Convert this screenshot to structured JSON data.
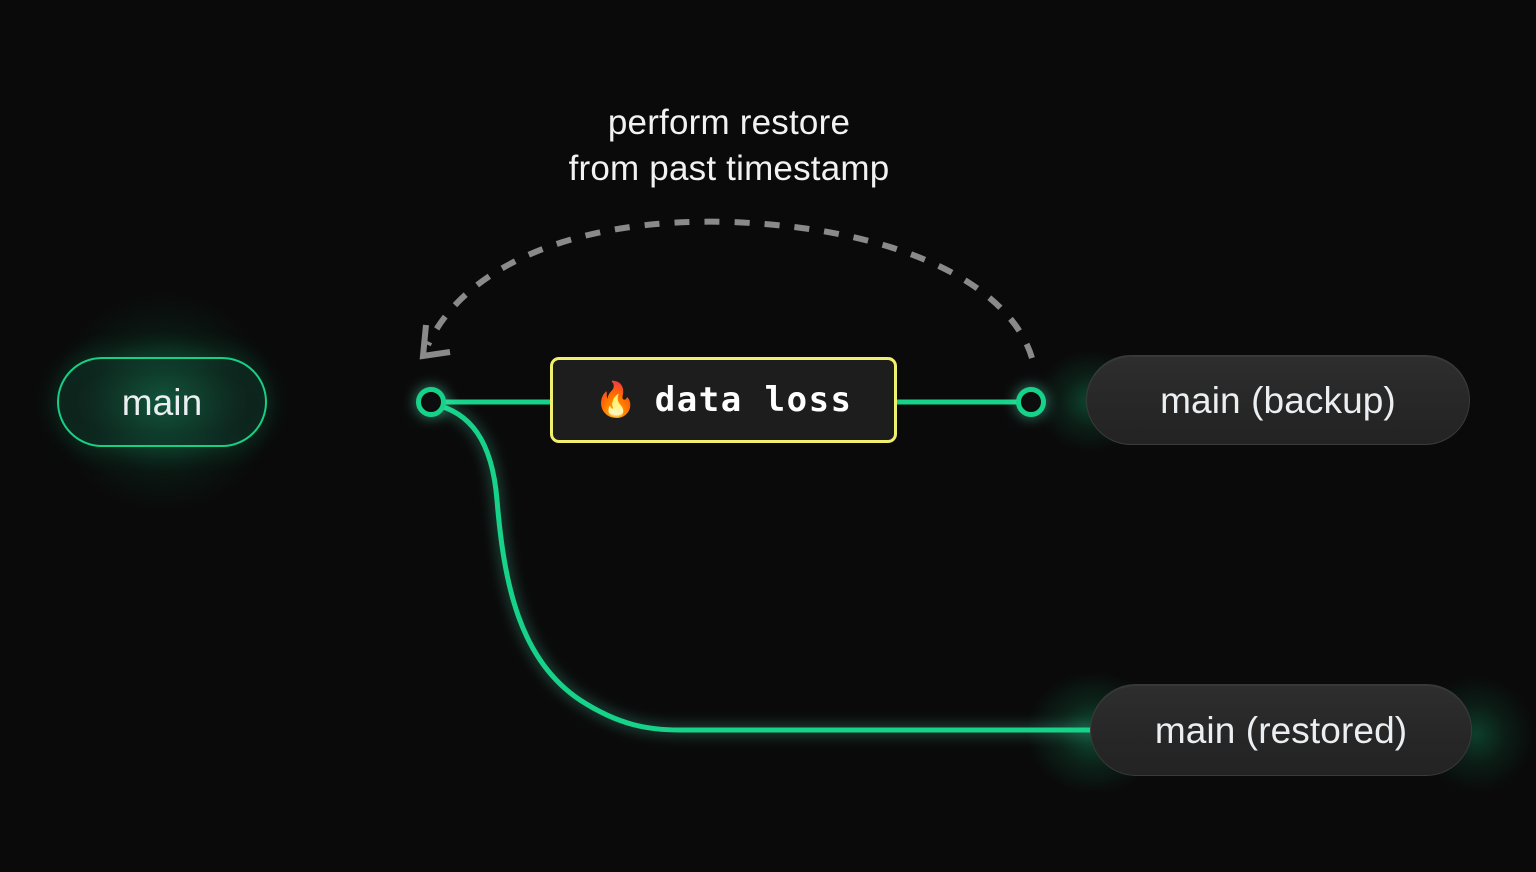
{
  "diagram": {
    "title_caption": {
      "line1": "perform restore",
      "line2": "from past timestamp"
    },
    "nodes": {
      "main": {
        "label": "main",
        "style": "green-pill"
      },
      "backup": {
        "label": "main (backup)",
        "style": "grey-pill"
      },
      "restored": {
        "label": "main (restored)",
        "style": "grey-pill"
      },
      "data_loss": {
        "emoji": "🔥",
        "label": "data loss",
        "style": "yellow-box"
      }
    },
    "commits": {
      "branch_point": {
        "name": "branch-commit-node"
      },
      "head": {
        "name": "head-commit-node"
      }
    },
    "colors": {
      "background": "#0a0a0a",
      "branch_green": "#17d389",
      "warning_yellow": "#f2ef6e",
      "arrow_grey": "#8a8a8a",
      "pill_grey_fill": "#2b2b2b",
      "text": "#f2f2f2"
    }
  }
}
